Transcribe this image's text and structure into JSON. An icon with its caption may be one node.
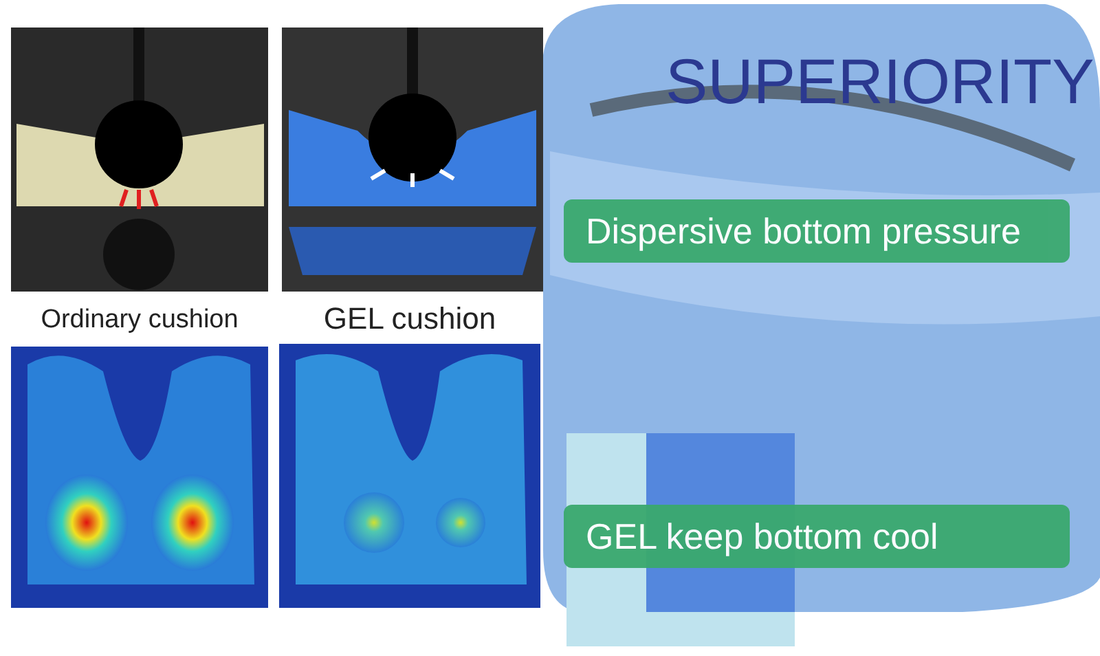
{
  "diagram": {
    "title": "SUPERIORITY",
    "nodes": [
      {
        "text": [
          "Dispersive bottom pressure"
        ]
      },
      {
        "text": [
          "GEL keep bottom cool"
        ]
      }
    ],
    "labels": [
      "Ordinary cushion",
      "GEL cushion"
    ]
  }
}
